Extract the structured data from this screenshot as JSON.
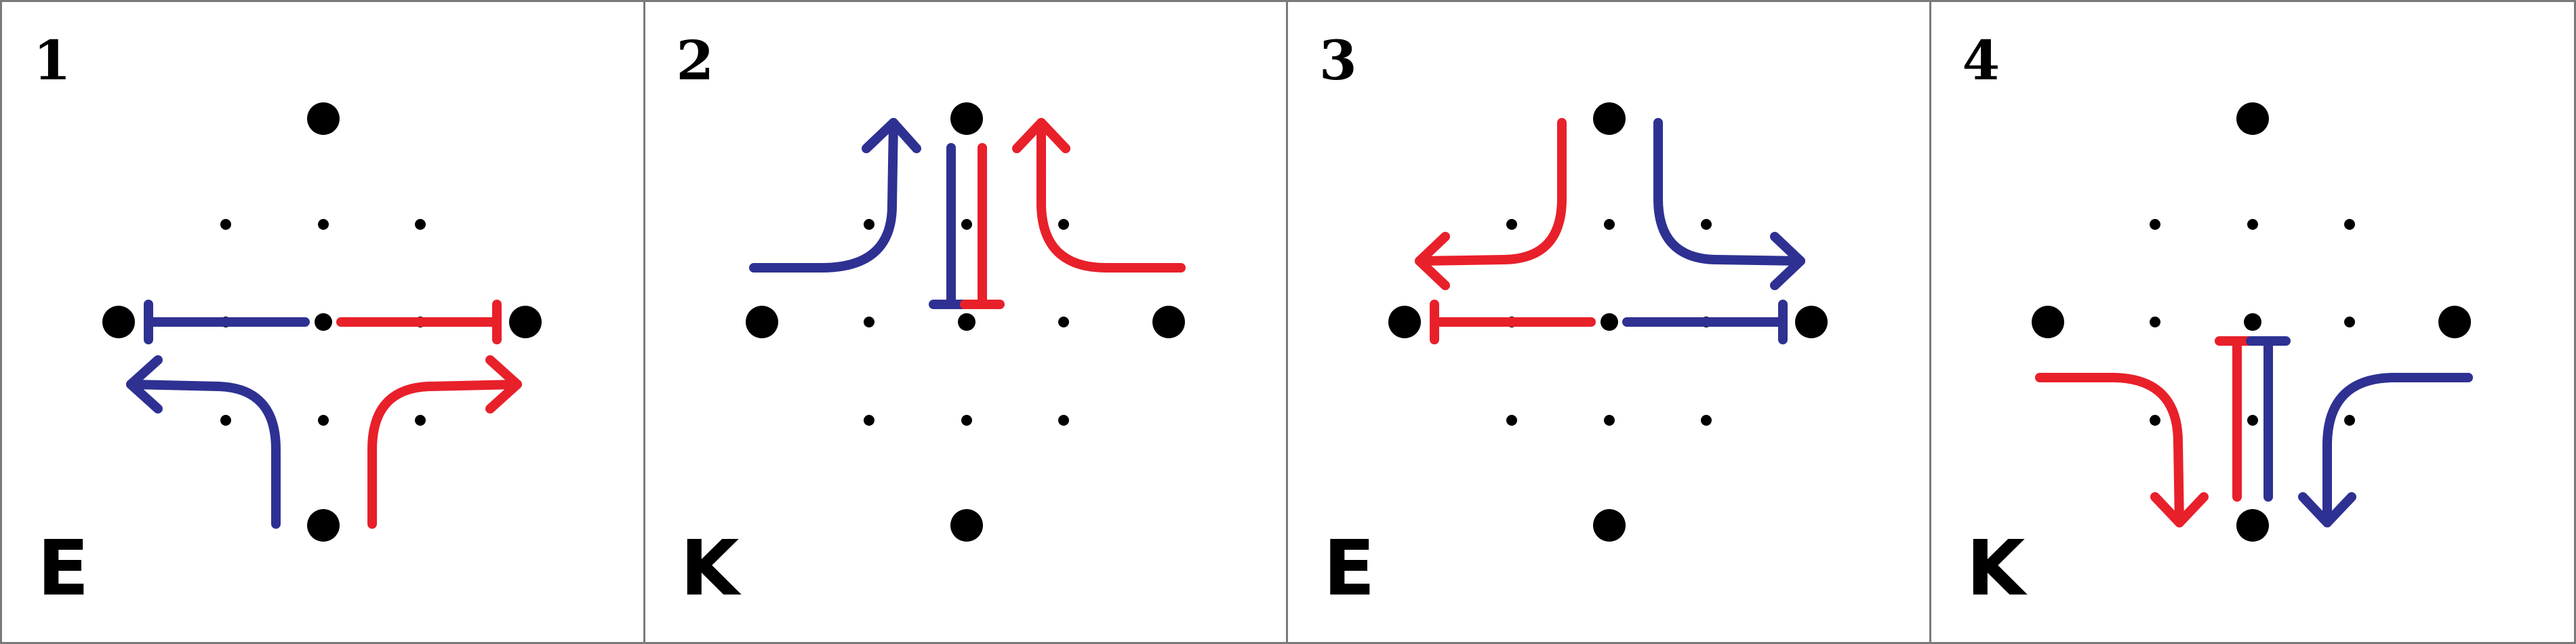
{
  "colors": {
    "red": "#e8202a",
    "blue": "#2e3192",
    "dot": "#000000",
    "border": "#7a7a7a"
  },
  "panels": [
    {
      "number": "1",
      "letter": "E"
    },
    {
      "number": "2",
      "letter": "K"
    },
    {
      "number": "3",
      "letter": "E"
    },
    {
      "number": "4",
      "letter": "K"
    }
  ]
}
